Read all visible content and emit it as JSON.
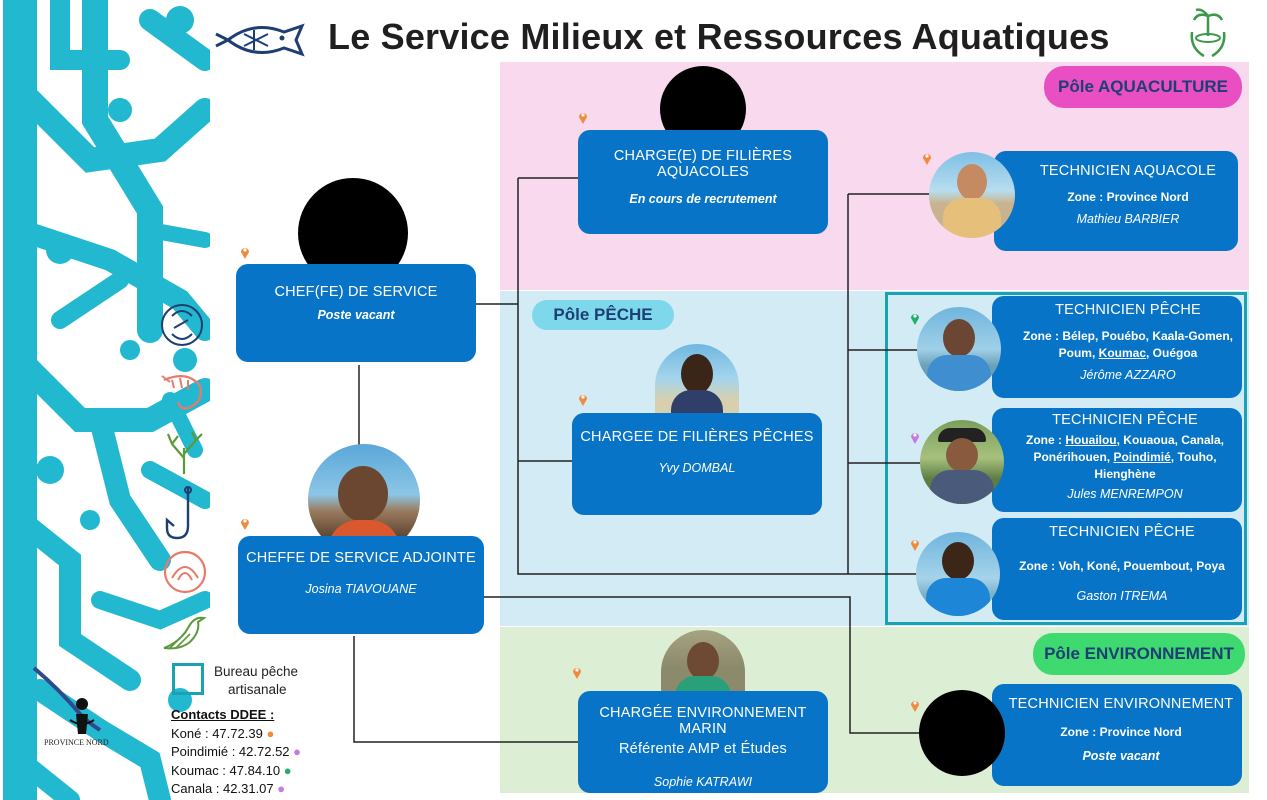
{
  "title": "Le Service Milieux et Ressources Aquatiques",
  "poles": {
    "aquaculture": "Pôle AQUACULTURE",
    "peche": "Pôle PÊCHE",
    "environnement": "Pôle ENVIRONNEMENT"
  },
  "colors": {
    "box_blue": "#0874c7",
    "band_pink": "#f9d9ee",
    "band_blue": "#d2ebf5",
    "band_green": "#dcefd4",
    "pill_pink": "#e94fc2",
    "pill_cyan": "#7ed8ec",
    "pill_green": "#3ed96f",
    "coral": "#22b8cf",
    "bureau_outline": "#1aa1b4"
  },
  "boxes": {
    "chef": {
      "title": "CHEF(FE) DE SERVICE",
      "name": "Poste vacant"
    },
    "adjointe": {
      "title": "CHEFFE DE SERVICE ADJOINTE",
      "name": "Josina TIAVOUANE"
    },
    "aquacoles": {
      "title": "CHARGE(E) DE FILIÈRES AQUACOLES",
      "name": "En cours de recrutement"
    },
    "peches": {
      "title": "CHARGEE DE FILIÈRES PÊCHES",
      "name": "Yvy DOMBAL"
    },
    "tech_aquacole": {
      "title": "TECHNICIEN AQUACOLE",
      "zone": "Zone : Province Nord",
      "name": "Mathieu BARBIER"
    },
    "tech_peche_1": {
      "title": "TECHNICIEN PÊCHE",
      "zone_a": "Zone : Bélep, Pouébo, Kaala-Gomen,",
      "zone_b1": "Poum, ",
      "zone_b2": "Koumac",
      "zone_b3": ", Ouégoa",
      "name": "Jérôme AZZARO"
    },
    "tech_peche_2": {
      "title": "TECHNICIEN PÊCHE",
      "zone_a1": "Zone : ",
      "zone_a2": "Houailou",
      "zone_a3": ", Kouaoua, Canala,",
      "zone_b1": "Ponérihouen, ",
      "zone_b2": "Poindimié",
      "zone_b3": ", Touho,",
      "zone_c": "Hienghène",
      "name": "Jules MENREMPON"
    },
    "tech_peche_3": {
      "title": "TECHNICIEN PÊCHE",
      "zone": "Zone : Voh, Koné, Pouembout, Poya",
      "name": "Gaston ITREMA"
    },
    "env_marin": {
      "title": "CHARGÉE ENVIRONNEMENT MARIN",
      "subtitle": "Référente AMP et Études",
      "name": "Sophie KATRAWI"
    },
    "tech_env": {
      "title": "TECHNICIEN ENVIRONNEMENT",
      "zone": "Zone : Province Nord",
      "name": "Poste vacant"
    }
  },
  "legend": {
    "bureau_line1": "Bureau pêche",
    "bureau_line2": "artisanale"
  },
  "contacts": {
    "heading": "Contacts DDEE :",
    "items": [
      {
        "text": "Koné : 47.72.39",
        "pin_color": "#f08a3c"
      },
      {
        "text": "Poindimié : 42.72.52",
        "pin_color": "#c77be0"
      },
      {
        "text": "Koumac : 47.84.10",
        "pin_color": "#1fb06a"
      },
      {
        "text": "Canala : 42.31.07",
        "pin_color": "#c77be0"
      }
    ]
  },
  "logo_text": "PROVINCE NORD",
  "icons": [
    "fish-icon",
    "hands-island-icon",
    "cycle-icon",
    "shrimp-icon",
    "seaweed-icon",
    "hook-icon",
    "shell-icon",
    "bird-icon"
  ]
}
